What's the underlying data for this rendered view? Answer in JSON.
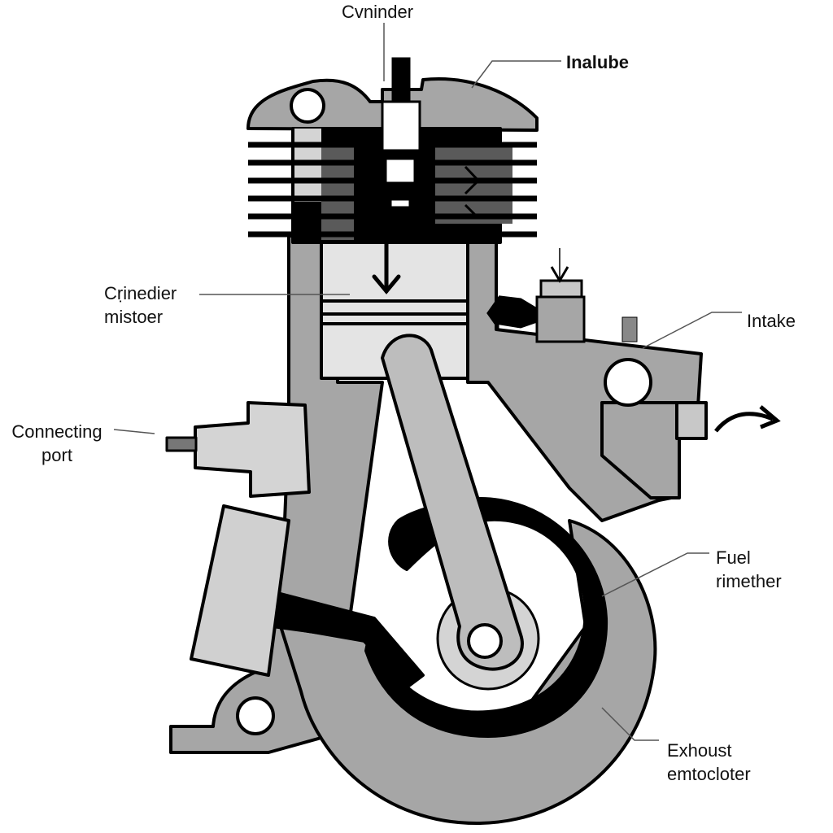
{
  "diagram": {
    "subject": "Single-cylinder engine cross-section",
    "colors": {
      "outline": "#000000",
      "body_gray": "#a6a6a6",
      "light_gray": "#d4d4d4",
      "dark_gray": "#5a5a5a",
      "background": "#ffffff"
    },
    "labels": {
      "cylinder_top": "Cvninder",
      "intake_top": "Inalube",
      "cylinder_mistoer": [
        "Cṛinedier",
        "mistoer"
      ],
      "connecting_port": [
        "Connecting",
        "port"
      ],
      "intake_right": "Intake",
      "fuel": [
        "Fuel",
        "rimether"
      ],
      "exhaust": [
        "Exhoust",
        "emtocloter"
      ]
    },
    "icons": [
      "piston-down-arrow",
      "intake-arrow-left",
      "exhaust-curved-arrow",
      "spark-plug"
    ]
  }
}
